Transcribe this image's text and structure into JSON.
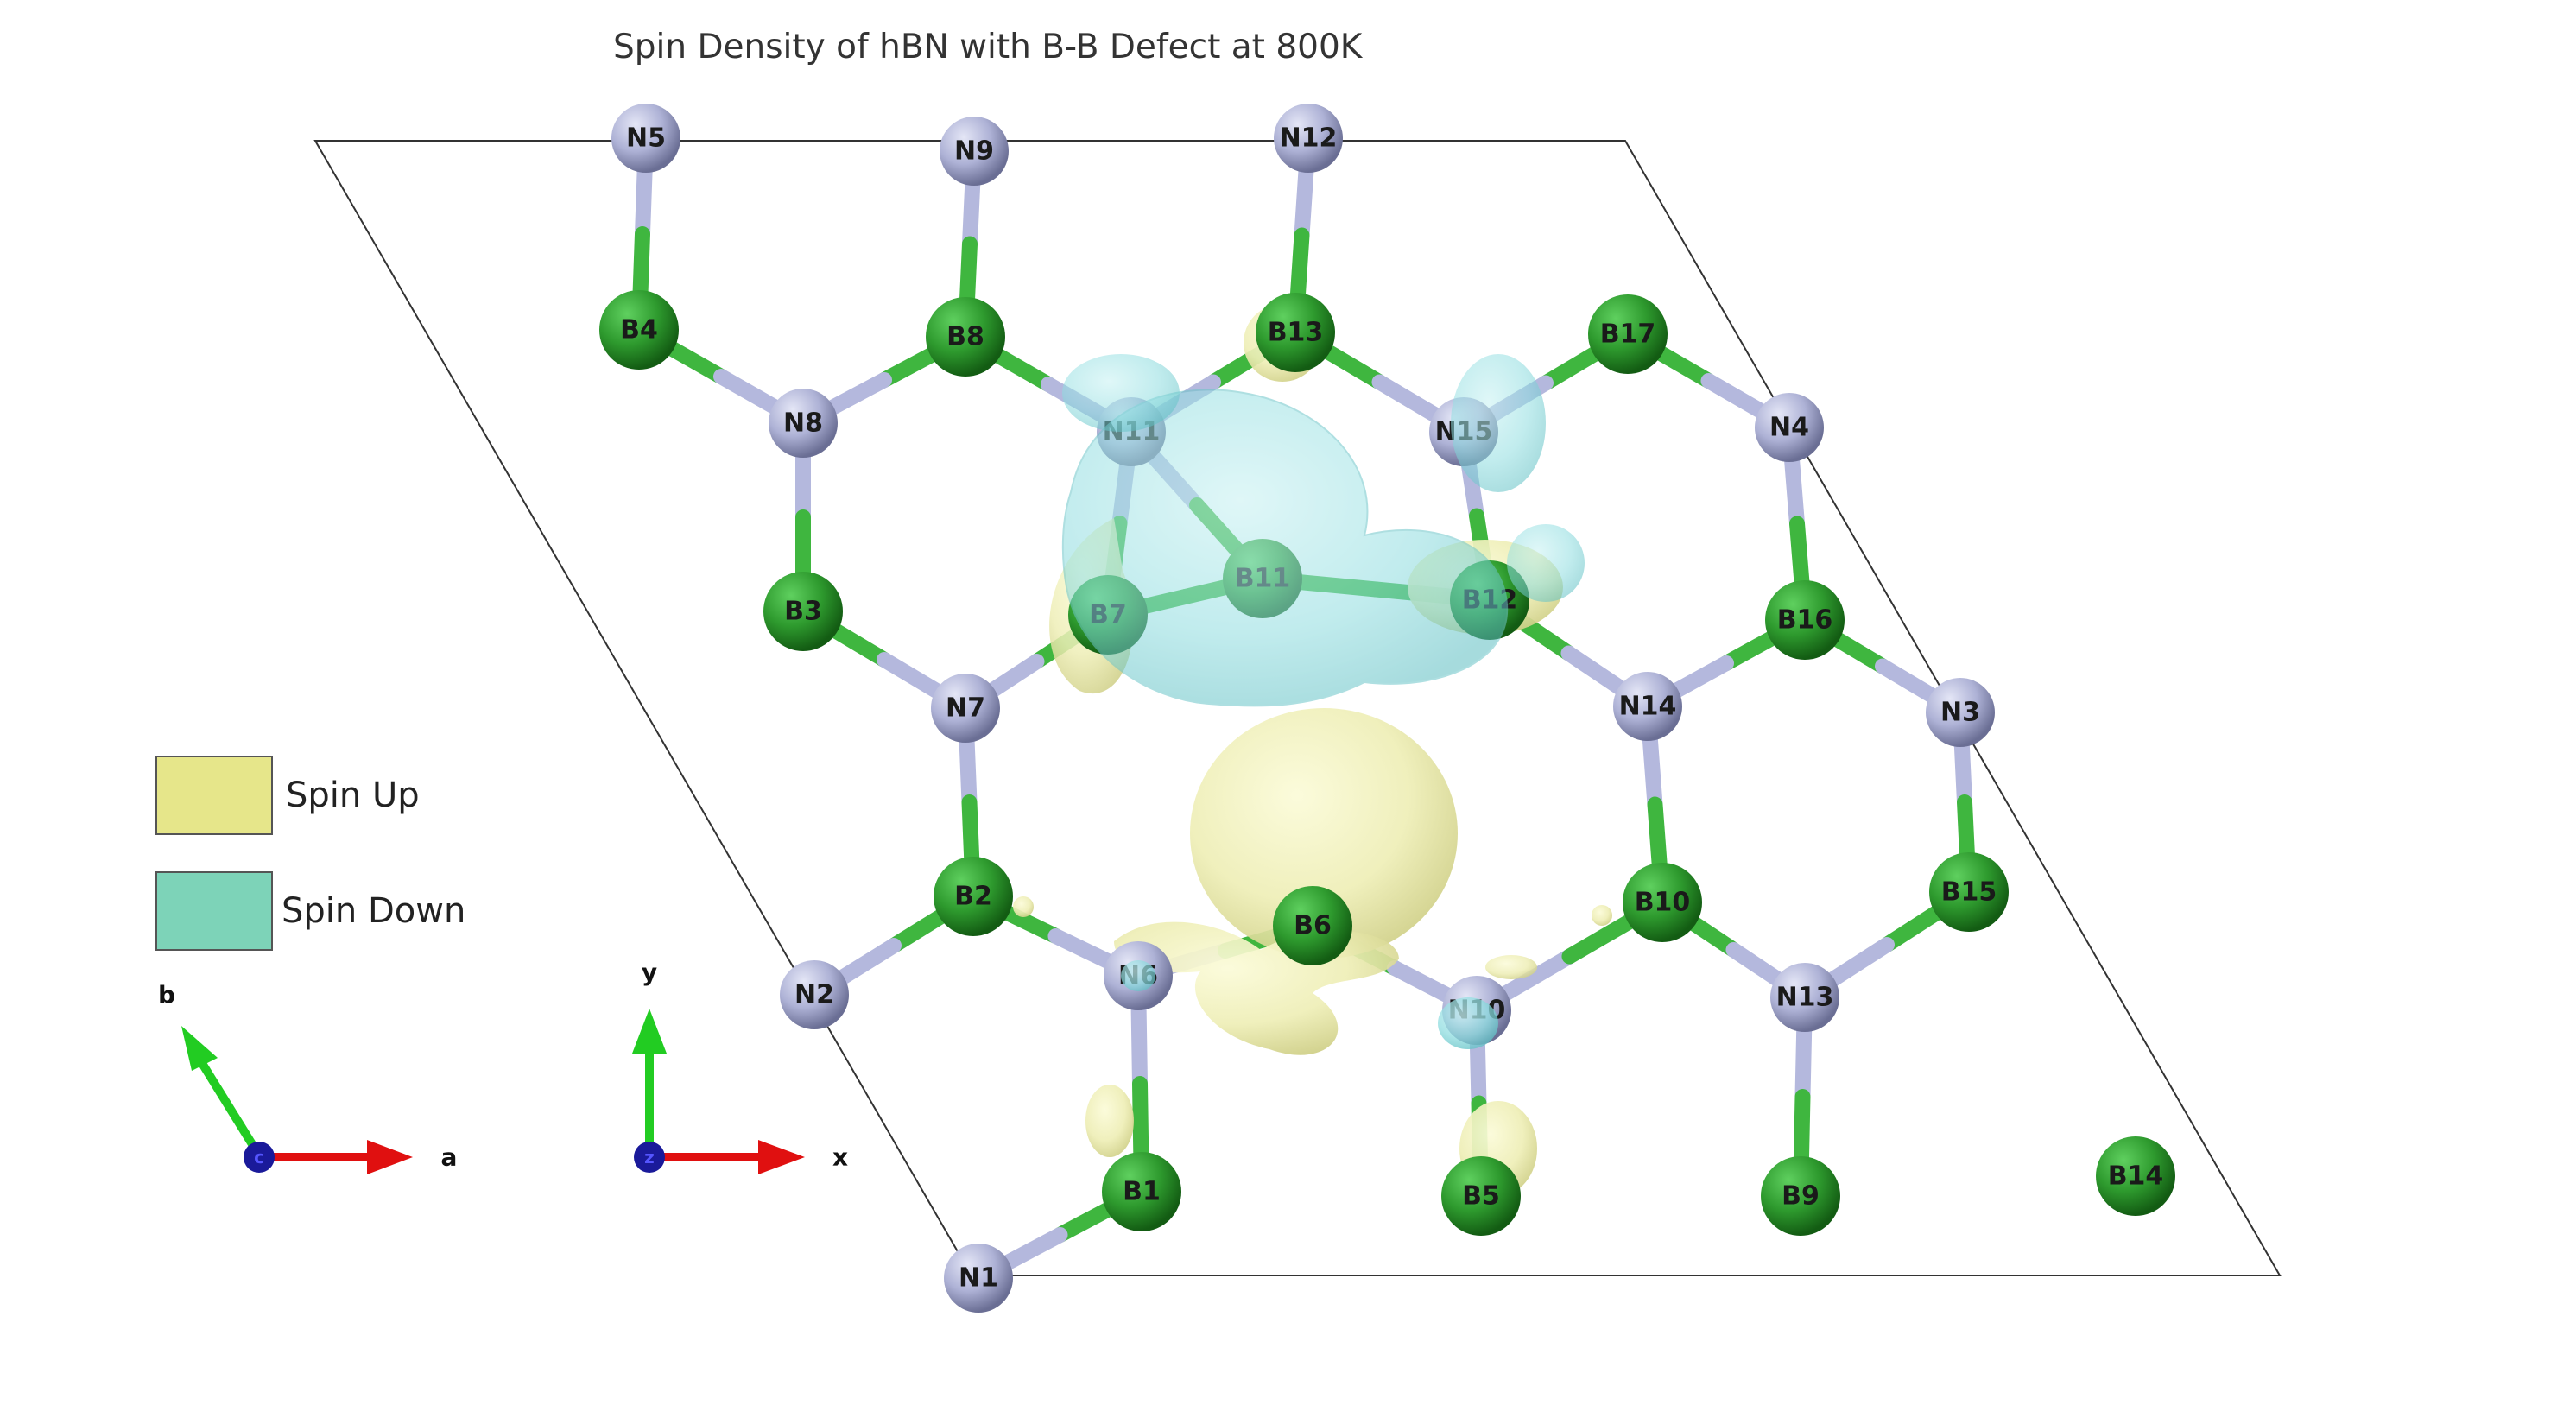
{
  "title": "Spin Density of hBN with B-B Defect at 800K",
  "legend": [
    {
      "label": "Spin Up",
      "color": "#e6e68a"
    },
    {
      "label": "Spin Down",
      "color": "#7dd3b8"
    }
  ],
  "colors": {
    "boron": "#2e9a2e",
    "nitrogen": "#aeb2d6",
    "bond_boron": "#3fb63f",
    "bond_nitrogen": "#b4b8dd",
    "cell": "#333333"
  },
  "axes": {
    "lattice": {
      "a": "a",
      "b": "b",
      "c": "c"
    },
    "cartesian": {
      "x": "x",
      "y": "y",
      "z": "z"
    }
  },
  "atoms": [
    {
      "label": "N5",
      "element": "N"
    },
    {
      "label": "N9",
      "element": "N"
    },
    {
      "label": "N12",
      "element": "N"
    },
    {
      "label": "B4",
      "element": "B"
    },
    {
      "label": "B8",
      "element": "B"
    },
    {
      "label": "B13",
      "element": "B"
    },
    {
      "label": "B17",
      "element": "B"
    },
    {
      "label": "N8",
      "element": "N"
    },
    {
      "label": "N11",
      "element": "N"
    },
    {
      "label": "N15",
      "element": "N"
    },
    {
      "label": "N4",
      "element": "N"
    },
    {
      "label": "B3",
      "element": "B"
    },
    {
      "label": "B7",
      "element": "B"
    },
    {
      "label": "B11",
      "element": "B"
    },
    {
      "label": "B12",
      "element": "B"
    },
    {
      "label": "B16",
      "element": "B"
    },
    {
      "label": "N7",
      "element": "N"
    },
    {
      "label": "N14",
      "element": "N"
    },
    {
      "label": "N3",
      "element": "N"
    },
    {
      "label": "B2",
      "element": "B"
    },
    {
      "label": "B6",
      "element": "B"
    },
    {
      "label": "B10",
      "element": "B"
    },
    {
      "label": "B15",
      "element": "B"
    },
    {
      "label": "N2",
      "element": "N"
    },
    {
      "label": "N6",
      "element": "N"
    },
    {
      "label": "N10",
      "element": "N"
    },
    {
      "label": "N13",
      "element": "N"
    },
    {
      "label": "B1",
      "element": "B"
    },
    {
      "label": "B5",
      "element": "B"
    },
    {
      "label": "B9",
      "element": "B"
    },
    {
      "label": "B14",
      "element": "B"
    },
    {
      "label": "N1",
      "element": "N"
    }
  ],
  "bonds": [
    [
      "N5",
      "B4"
    ],
    [
      "N9",
      "B8"
    ],
    [
      "N12",
      "B13"
    ],
    [
      "B4",
      "N8"
    ],
    [
      "B8",
      "N8"
    ],
    [
      "B8",
      "N11"
    ],
    [
      "B13",
      "N11"
    ],
    [
      "B13",
      "N15"
    ],
    [
      "B17",
      "N15"
    ],
    [
      "B17",
      "N4"
    ],
    [
      "N8",
      "B3"
    ],
    [
      "N11",
      "B7"
    ],
    [
      "N11",
      "B11"
    ],
    [
      "B7",
      "B11"
    ],
    [
      "B11",
      "B12"
    ],
    [
      "N15",
      "B12"
    ],
    [
      "N4",
      "B16"
    ],
    [
      "B3",
      "N7"
    ],
    [
      "B7",
      "N7"
    ],
    [
      "B12",
      "N14"
    ],
    [
      "B16",
      "N14"
    ],
    [
      "B16",
      "N3"
    ],
    [
      "N7",
      "B2"
    ],
    [
      "N14",
      "B10"
    ],
    [
      "N3",
      "B15"
    ],
    [
      "B2",
      "N2"
    ],
    [
      "B2",
      "N6"
    ],
    [
      "N6",
      "B6"
    ],
    [
      "B6",
      "N10"
    ],
    [
      "N10",
      "B10"
    ],
    [
      "B10",
      "N13"
    ],
    [
      "B15",
      "N13"
    ],
    [
      "N6",
      "B1"
    ],
    [
      "N10",
      "B5"
    ],
    [
      "N13",
      "B9"
    ],
    [
      "B1",
      "N1"
    ]
  ]
}
